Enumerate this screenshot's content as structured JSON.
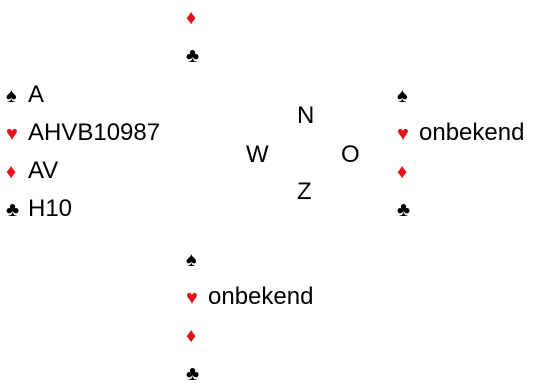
{
  "colors": {
    "red_suit": "#e8101a",
    "black_suit": "#000000"
  },
  "suit_symbols": {
    "spades": "♠",
    "hearts": "♥",
    "diamonds": "♦",
    "clubs": "♣"
  },
  "compass": {
    "north": "N",
    "west": "W",
    "east": "O",
    "south": "Z"
  },
  "hands": {
    "north": {
      "diamonds": "",
      "clubs": ""
    },
    "west": {
      "spades": "A",
      "hearts": "AHVB10987",
      "diamonds": "AV",
      "clubs": "H10"
    },
    "east": {
      "spades": "",
      "hearts": "onbekend",
      "diamonds": "",
      "clubs": ""
    },
    "south": {
      "spades": "",
      "hearts": "onbekend",
      "diamonds": "",
      "clubs": ""
    }
  }
}
